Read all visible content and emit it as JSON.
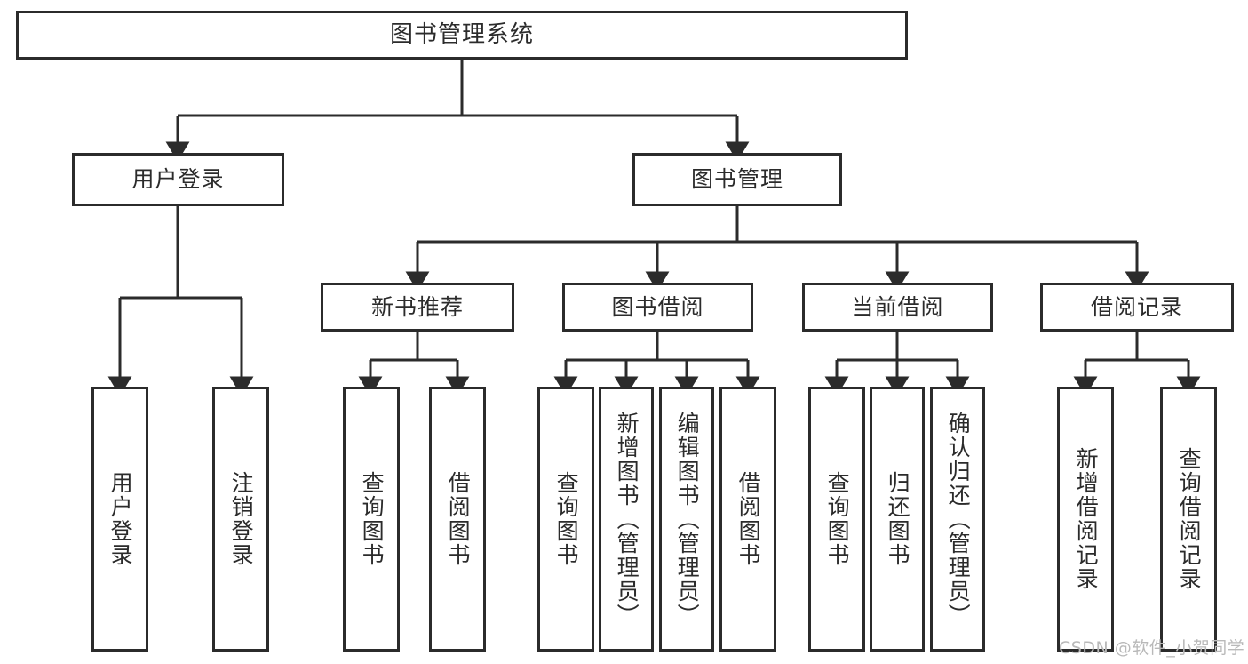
{
  "diagram": {
    "title": "图书管理系统",
    "type": "tree-hierarchy-chart",
    "stroke_color": "#2b2b2b",
    "background_color": "#ffffff",
    "root": {
      "id": "root",
      "label": "图书管理系统"
    },
    "level2": [
      {
        "id": "user-login",
        "label": "用户登录"
      },
      {
        "id": "book-management",
        "label": "图书管理"
      }
    ],
    "level3": [
      {
        "id": "new-book-recommend",
        "label": "新书推荐"
      },
      {
        "id": "book-borrow",
        "label": "图书借阅"
      },
      {
        "id": "current-borrow",
        "label": "当前借阅"
      },
      {
        "id": "borrow-record",
        "label": "借阅记录"
      }
    ],
    "leaves": [
      {
        "id": "leaf-user-login",
        "label": "用户登录",
        "parent": "user-login"
      },
      {
        "id": "leaf-logout-login",
        "label": "注销登录",
        "parent": "user-login"
      },
      {
        "id": "leaf-query-book-1",
        "label": "查询图书",
        "parent": "new-book-recommend"
      },
      {
        "id": "leaf-borrow-book-1",
        "label": "借阅图书",
        "parent": "new-book-recommend"
      },
      {
        "id": "leaf-query-book-2",
        "label": "查询图书",
        "parent": "book-borrow"
      },
      {
        "id": "leaf-add-book",
        "label": "新增图书（管理员）",
        "parent": "book-borrow"
      },
      {
        "id": "leaf-edit-book",
        "label": "编辑图书（管理员）",
        "parent": "book-borrow"
      },
      {
        "id": "leaf-borrow-book-2",
        "label": "借阅图书",
        "parent": "book-borrow"
      },
      {
        "id": "leaf-query-book-3",
        "label": "查询图书",
        "parent": "current-borrow"
      },
      {
        "id": "leaf-return-book",
        "label": "归还图书",
        "parent": "current-borrow"
      },
      {
        "id": "leaf-confirm-return",
        "label": "确认归还（管理员）",
        "parent": "current-borrow"
      },
      {
        "id": "leaf-add-borrow-record",
        "label": "新增借阅记录",
        "parent": "borrow-record"
      },
      {
        "id": "leaf-query-borrow-record",
        "label": "查询借阅记录",
        "parent": "borrow-record"
      }
    ]
  },
  "watermark": {
    "text": "CSDN @软件_小贺同学"
  }
}
